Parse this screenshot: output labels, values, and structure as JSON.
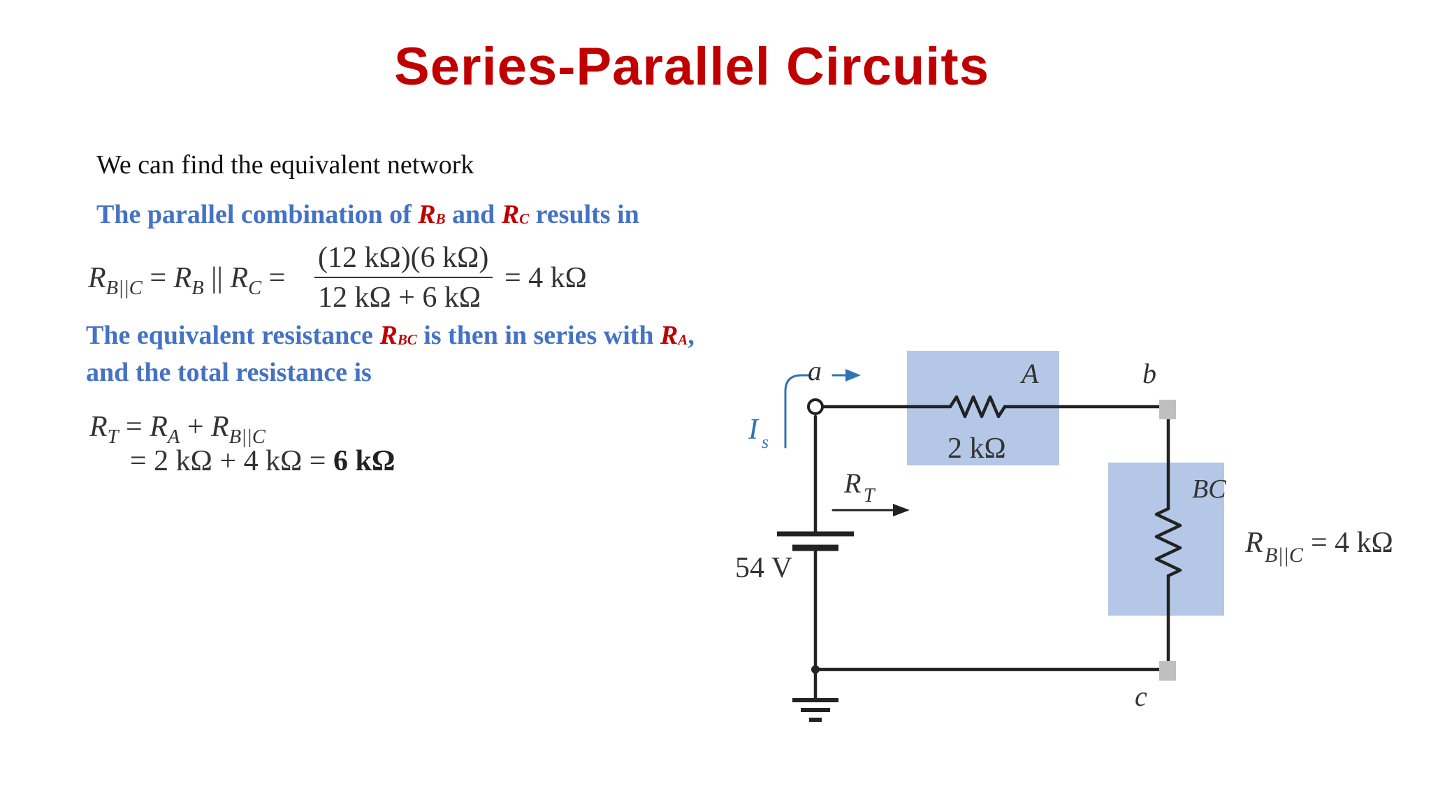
{
  "slide": {
    "title": "Series-Parallel Circuits",
    "intro": "We can find the equivalent network",
    "line1": {
      "text_a": "The parallel combination of ",
      "rb": "R",
      "rb_sub": "B",
      "text_b": " and ",
      "rc": "R",
      "rc_sub": "C",
      "text_c": " results in"
    },
    "eq1": {
      "lhs": "R",
      "lhs_sub": "B||C",
      "mid": " = ",
      "rb": "R",
      "rb_sub": "B",
      "par": " || ",
      "rc": "R",
      "rc_sub": "C",
      "eq": " =",
      "numerator": "(12 kΩ)(6 kΩ)",
      "denominator": "12 kΩ + 6 kΩ",
      "result": "= 4 kΩ"
    },
    "line2": {
      "text_a": "The equivalent resistance ",
      "rbc": "R",
      "rbc_sub": "BC",
      "text_b": " is then in series with ",
      "ra": "R",
      "ra_sub": "A",
      "text_c": ",",
      "text_d": "and the total resistance is"
    },
    "eq2": {
      "lhs": "R",
      "lhs_sub": "T",
      "eq_a": " = ",
      "ra": "R",
      "ra_sub": "A",
      "plus": " + ",
      "rbc": "R",
      "rbc_sub": "B||C",
      "line2_a": "= 2 kΩ + 4 kΩ = ",
      "line2_result": "6 kΩ"
    }
  },
  "circuit": {
    "node_a": "a",
    "node_b": "b",
    "node_c": "c",
    "current_label": "I",
    "current_sub": "s",
    "rt_label": "R",
    "rt_sub": "T",
    "block_a_label": "A",
    "resistor_a_value": "2 kΩ",
    "block_bc_label": "BC",
    "source_value": "54 V",
    "rbc_label": "R",
    "rbc_sub": "B||C",
    "rbc_value": "= 4 kΩ",
    "highlight_color": "#b4c7e7",
    "terminal_color": "#bfbfbf",
    "arrow_color": "#2e75b6"
  }
}
